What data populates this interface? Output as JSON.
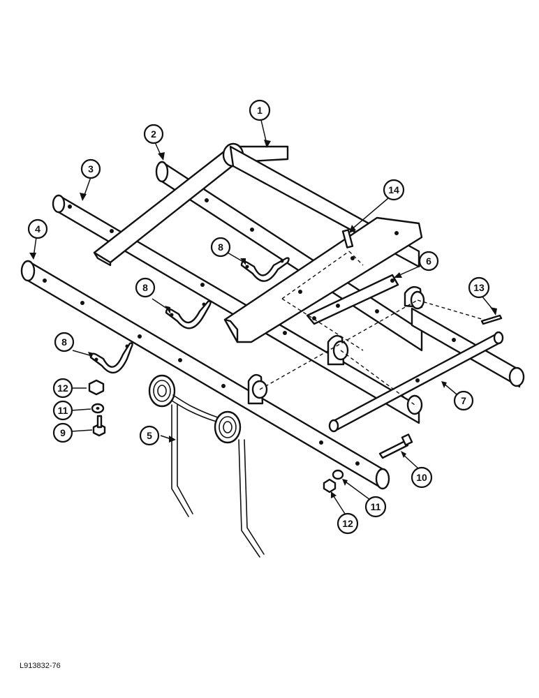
{
  "figure_id": "L913832-76",
  "callouts": {
    "c1": "1",
    "c2": "2",
    "c3": "3",
    "c4": "4",
    "c5": "5",
    "c6": "6",
    "c7": "7",
    "c8a": "8",
    "c8b": "8",
    "c8c": "8",
    "c9": "9",
    "c10": "10",
    "c11a": "11",
    "c11b": "11",
    "c12a": "12",
    "c12b": "12",
    "c13": "13",
    "c14": "14"
  }
}
